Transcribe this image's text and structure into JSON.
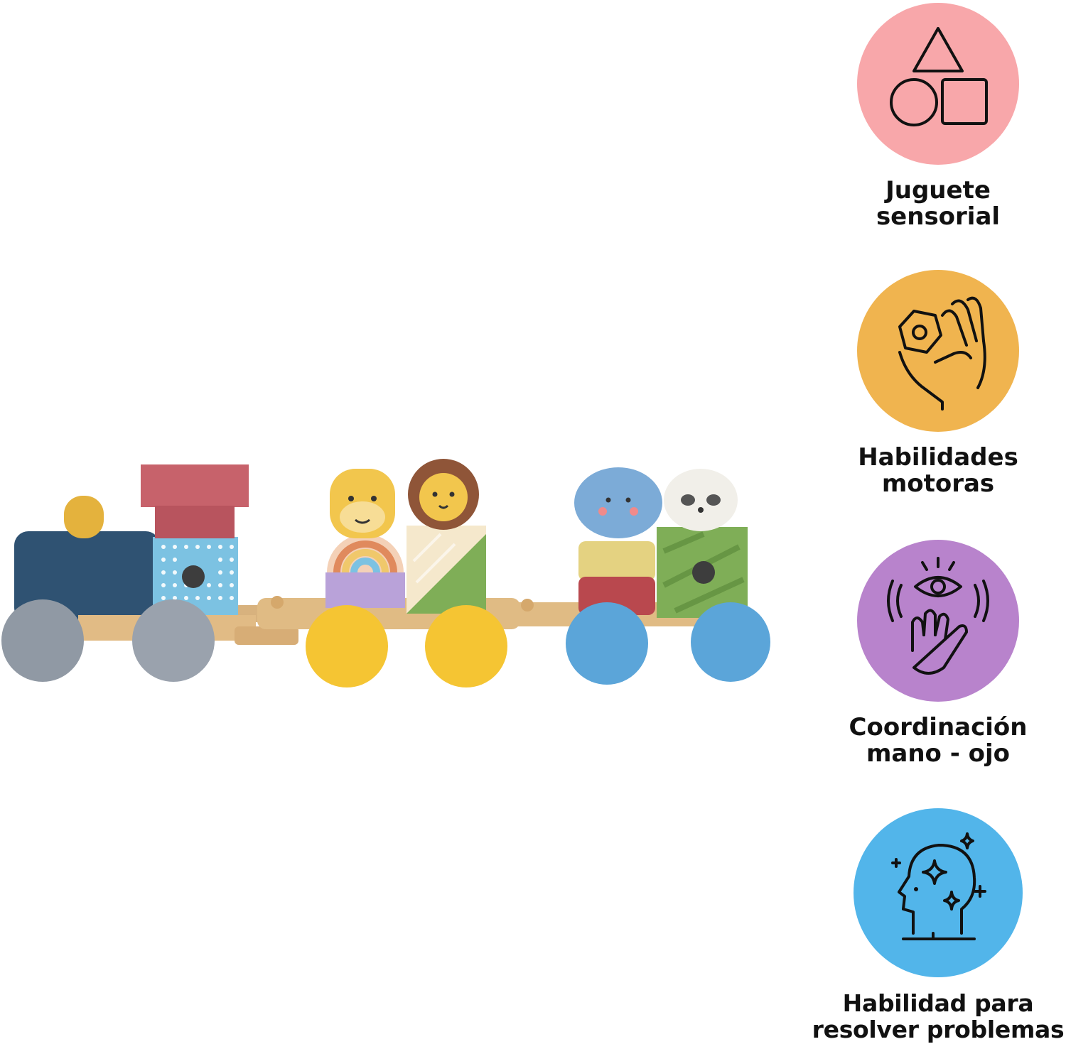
{
  "colors": {
    "background": "#ffffff",
    "badge_pink": "#f8a7aa",
    "badge_orange": "#f0b44f",
    "badge_purple": "#b883cc",
    "badge_blue": "#52b5ea",
    "icon_stroke": "#111111"
  },
  "product_image": {
    "subject": "wooden-stacking-train-toy"
  },
  "features": [
    {
      "icon": "shapes-icon",
      "label": "Juguete\nsensorial"
    },
    {
      "icon": "hand-nut-icon",
      "label": "Habilidades\nmotoras"
    },
    {
      "icon": "eye-hand-icon",
      "label": "Coordinación\nmano - ojo"
    },
    {
      "icon": "head-sparkles-icon",
      "label": "Habilidad para\nresolver problemas"
    }
  ]
}
